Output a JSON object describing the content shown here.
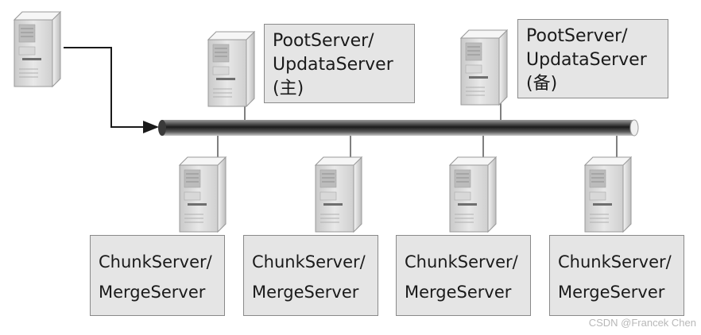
{
  "root_labels": [
    {
      "lines": [
        "PootServer/",
        "UpdataServer",
        "(主)"
      ]
    },
    {
      "lines": [
        "PootServer/",
        "UpdataServer",
        "(备)"
      ]
    }
  ],
  "chunk_labels": [
    {
      "lines": [
        "ChunkServer/",
        "MergeServer"
      ]
    },
    {
      "lines": [
        "ChunkServer/",
        "MergeServer"
      ]
    },
    {
      "lines": [
        "ChunkServer/",
        "MergeServer"
      ]
    },
    {
      "lines": [
        "ChunkServer/",
        "MergeServer"
      ]
    }
  ],
  "watermark": "CSDN @Francek Chen",
  "colors": {
    "box_fill": "#e5e5e5",
    "box_border": "#8a8a8a",
    "line": "#1a1a1a",
    "server_body": "#d4d4d4",
    "bus_dark": "#2b2b2b"
  },
  "icons": [
    "server-icon"
  ]
}
